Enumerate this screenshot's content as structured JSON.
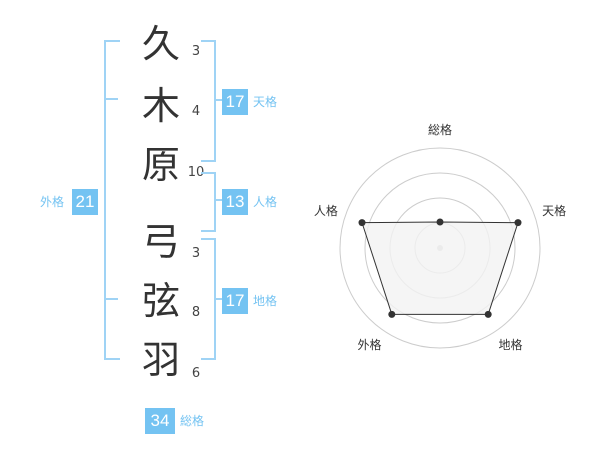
{
  "name": {
    "surname": [
      {
        "char": "久",
        "strokes": "3"
      },
      {
        "char": "木",
        "strokes": "4"
      },
      {
        "char": "原",
        "strokes": "10"
      }
    ],
    "given": [
      {
        "char": "弓",
        "strokes": "3"
      },
      {
        "char": "弦",
        "strokes": "8"
      },
      {
        "char": "羽",
        "strokes": "6"
      }
    ]
  },
  "kaku": {
    "tenkaku": {
      "value": "17",
      "label": "天格"
    },
    "jinkaku": {
      "value": "13",
      "label": "人格"
    },
    "chikaku": {
      "value": "17",
      "label": "地格"
    },
    "gaikaku": {
      "value": "21",
      "label": "外格"
    },
    "soukaku": {
      "value": "34",
      "label": "総格"
    }
  },
  "chart_data": {
    "type": "radar",
    "axes": [
      "総格",
      "天格",
      "地格",
      "外格",
      "人格"
    ],
    "rings": 4,
    "values": [
      0.26,
      0.82,
      0.82,
      0.82,
      0.82
    ],
    "colors": {
      "fill": "#f2f2f2",
      "stroke": "#333333",
      "grid": "#cccccc",
      "point": "#333333"
    }
  },
  "colors": {
    "accent": "#74c3f2",
    "bracket": "#9fd3f5"
  }
}
